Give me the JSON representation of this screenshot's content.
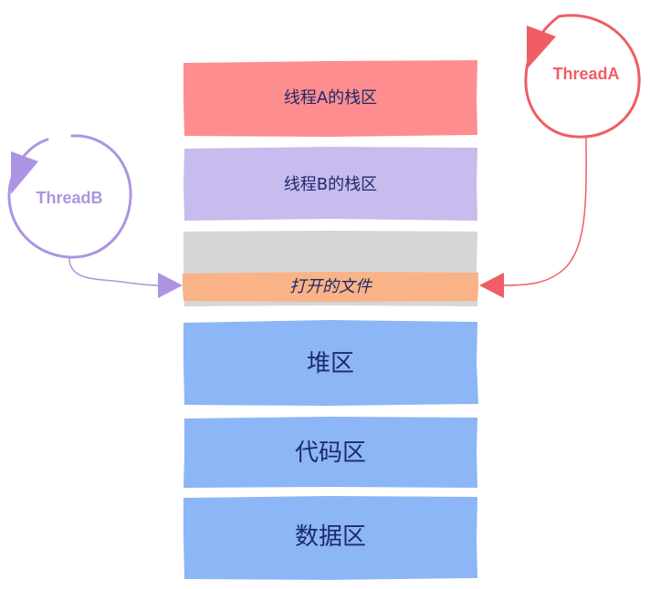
{
  "diagram": {
    "blocks": {
      "stack_a": "线程A的栈区",
      "stack_b": "线程B的栈区",
      "open_file": "打开的文件",
      "heap": "堆区",
      "code": "代码区",
      "data": "数据区"
    },
    "threads": {
      "thread_a": "ThreadA",
      "thread_b": "ThreadB"
    },
    "colors": {
      "stack_a": "#fe8d8f",
      "stack_b": "#c8bbee",
      "shared": "#d6d6d6",
      "open_file": "#fab287",
      "memory": "#8cb6f6",
      "thread_a": "#f05d64",
      "thread_b": "#ad94e2",
      "label": "#1c2b6b"
    }
  }
}
